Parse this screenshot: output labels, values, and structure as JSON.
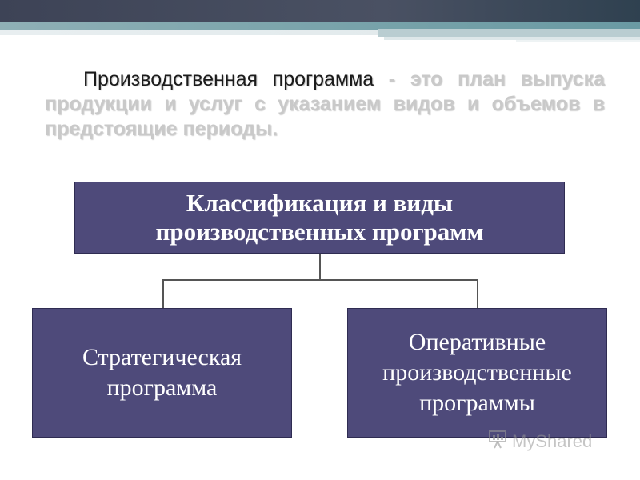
{
  "intro": {
    "lead": "Производственная программа",
    "rest": " - это план выпуска продукции и услуг с указанием видов и объемов в предстоящие периоды."
  },
  "diagram": {
    "root": "Классификация и виды производственных программ",
    "children": [
      "Стратегическая программа",
      "Оперативные производственные программы"
    ]
  },
  "watermark": {
    "text": "MyShared"
  },
  "colors": {
    "box_fill": "#4e4a7a",
    "box_text": "#ffffff",
    "connector": "#555555",
    "top_bar": "#3d4356",
    "accent": "#7aa4ab"
  },
  "icons": [
    "presentation-board-icon"
  ]
}
